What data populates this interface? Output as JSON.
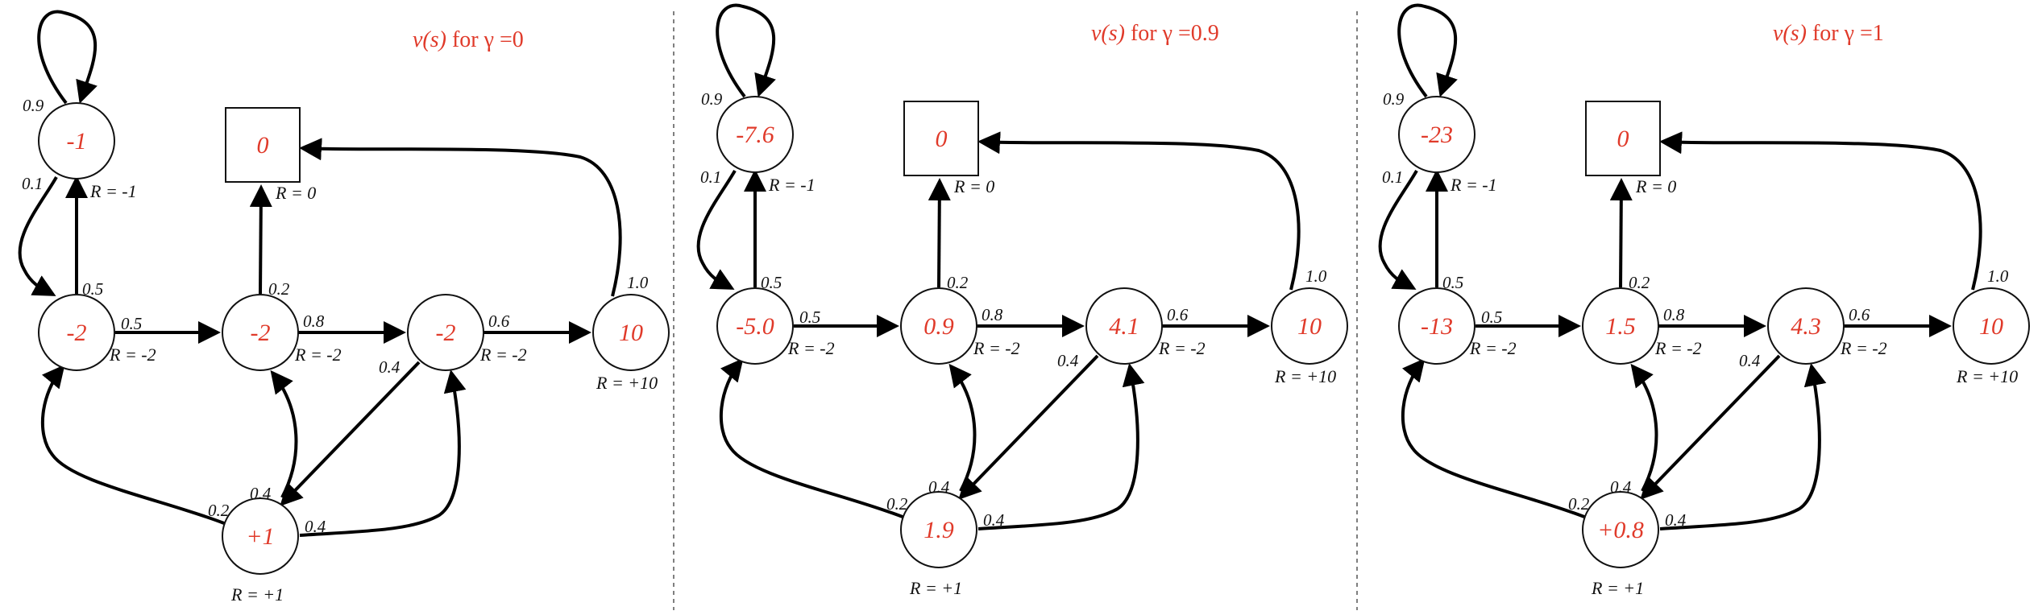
{
  "panels": [
    {
      "title_prefix": "v(s)",
      "title_suffix": " for γ =0",
      "values": {
        "class1": "-2",
        "class2": "-2",
        "class3": "-2",
        "pass": "10",
        "pub": "+1",
        "facebook": "-1",
        "sleep": "0"
      }
    },
    {
      "title_prefix": "v(s)",
      "title_suffix": " for γ =0.9",
      "values": {
        "class1": "-5.0",
        "class2": "0.9",
        "class3": "4.1",
        "pass": "10",
        "pub": "1.9",
        "facebook": "-7.6",
        "sleep": "0"
      }
    },
    {
      "title_prefix": "v(s)",
      "title_suffix": " for γ =1",
      "values": {
        "class1": "-13",
        "class2": "1.5",
        "class3": "4.3",
        "pass": "10",
        "pub": "+0.8",
        "facebook": "-23",
        "sleep": "0"
      }
    }
  ],
  "probabilities": {
    "facebook_self": "0.9",
    "facebook_to_class1": "0.1",
    "class1_to_facebook": "0.5",
    "class1_to_class2": "0.5",
    "class2_to_sleep": "0.2",
    "class2_to_class3": "0.8",
    "class3_to_pass": "0.6",
    "class3_to_pub": "0.4",
    "pass_to_sleep": "1.0",
    "pub_to_class1": "0.2",
    "pub_to_class2": "0.4",
    "pub_to_class3": "0.4"
  },
  "rewards": {
    "facebook": "R = -1",
    "class1": "R = -2",
    "class2": "R = -2",
    "class3": "R = -2",
    "sleep": "R = 0",
    "pass": "R = +10",
    "pub": "R = +1"
  }
}
